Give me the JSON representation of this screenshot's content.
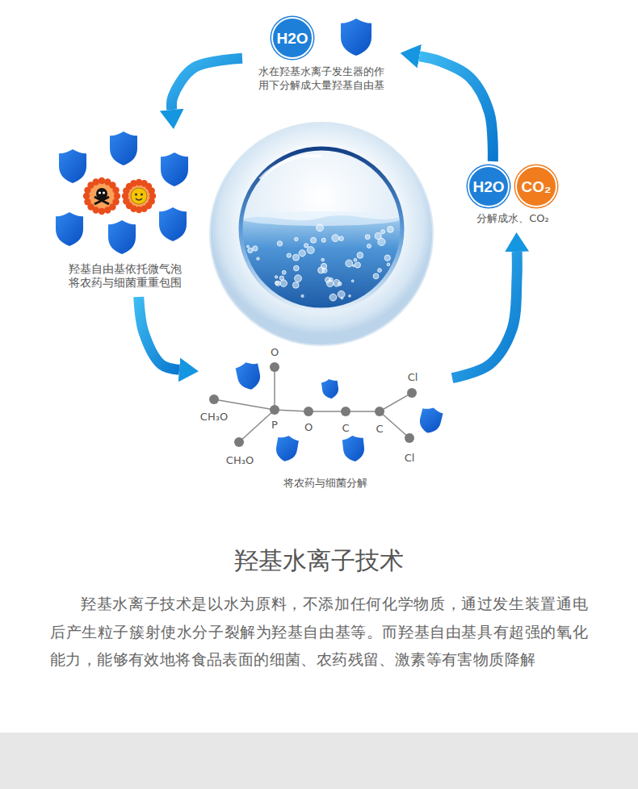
{
  "diagram": {
    "title": "羟基水离子技术",
    "nodes": [
      {
        "text": [
          "水在羟基水离子发生器的作用下分解成大量羟基自由基"
        ]
      },
      {
        "text": [
          "H2O"
        ],
        "in": 0
      },
      {
        "text": [
          "分解成水、CO₂"
        ]
      },
      {
        "text": [
          "H2O"
        ],
        "in": 2
      },
      {
        "text": [
          "CO₂"
        ],
        "in": 2
      },
      {
        "text": [
          "羟基自由基依托微气泡将农药与细菌重重包围"
        ]
      },
      {
        "text": [
          "将农药与细菌分解"
        ]
      }
    ],
    "edges": [
      {
        "from": 0,
        "to": 5,
        "arrow": "to"
      },
      {
        "from": 5,
        "to": 6,
        "arrow": "to"
      },
      {
        "from": 6,
        "to": 2,
        "arrow": "to"
      },
      {
        "from": 2,
        "to": 0,
        "arrow": "to"
      }
    ],
    "labels": [
      "O",
      "Cl",
      "CH₃O",
      "P",
      "O",
      "C",
      "C",
      "Cl",
      "CH₃O",
      "羟基水离子技术是以水为原料，不添加任何化学物质，通过发生装置通电后产生粒子簇射使水分子裂解为羟基自由基等。而羟基自由基具有超强的氧化能力，能够有效地将食品表面的细菌、农药残留、激素等有害物质降解"
    ]
  }
}
